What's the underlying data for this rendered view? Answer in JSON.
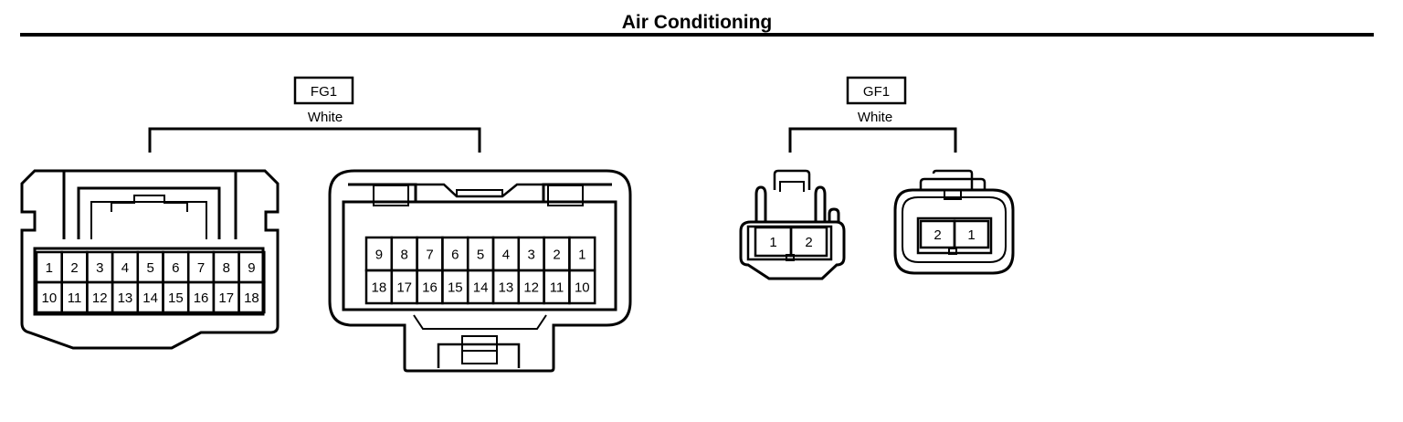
{
  "title": "Air Conditioning",
  "connectors": [
    {
      "id": "FG1",
      "color": "White",
      "halves": [
        {
          "rows": [
            [
              "1",
              "2",
              "3",
              "4",
              "5",
              "6",
              "7",
              "8",
              "9"
            ],
            [
              "10",
              "11",
              "12",
              "13",
              "14",
              "15",
              "16",
              "17",
              "18"
            ]
          ]
        },
        {
          "rows": [
            [
              "9",
              "8",
              "7",
              "6",
              "5",
              "4",
              "3",
              "2",
              "1"
            ],
            [
              "18",
              "17",
              "16",
              "15",
              "14",
              "13",
              "12",
              "11",
              "10"
            ]
          ]
        }
      ]
    },
    {
      "id": "GF1",
      "color": "White",
      "halves": [
        {
          "rows": [
            [
              "1",
              "2"
            ]
          ]
        },
        {
          "rows": [
            [
              "2",
              "1"
            ]
          ]
        }
      ]
    }
  ]
}
